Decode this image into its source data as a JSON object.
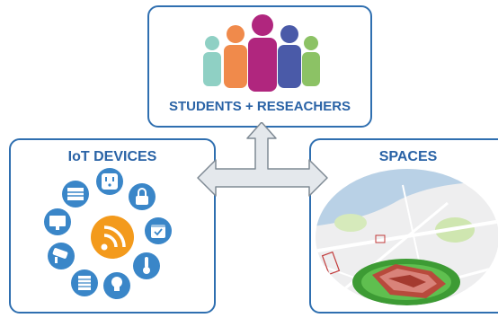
{
  "panels": {
    "top": {
      "title": "STUDENTS + RESEACHERS",
      "icon": "people-group-icon"
    },
    "left": {
      "title": "IoT DEVICES",
      "center_icon": "rss-feed-icon",
      "devices": [
        "garage-door-icon",
        "power-outlet-icon",
        "lock-icon",
        "calendar-check-icon",
        "thermometer-icon",
        "lightbulb-icon",
        "radiator-icon",
        "security-camera-icon",
        "monitor-icon"
      ]
    },
    "right": {
      "title": "SPACES",
      "image": "campus-map-3d-building"
    }
  },
  "connector": {
    "icon": "three-way-arrow-icon"
  },
  "colors": {
    "border": "#2f6fb0",
    "title": "#2a63a6",
    "device_circle": "#3a86c8",
    "hub": "#f39a1c",
    "arrow_fill": "#e4e8ec",
    "arrow_stroke": "#7f8a94",
    "people": [
      "#8fd0c4",
      "#f08a4b",
      "#b0267e",
      "#4a5aa8",
      "#8cc265"
    ]
  }
}
